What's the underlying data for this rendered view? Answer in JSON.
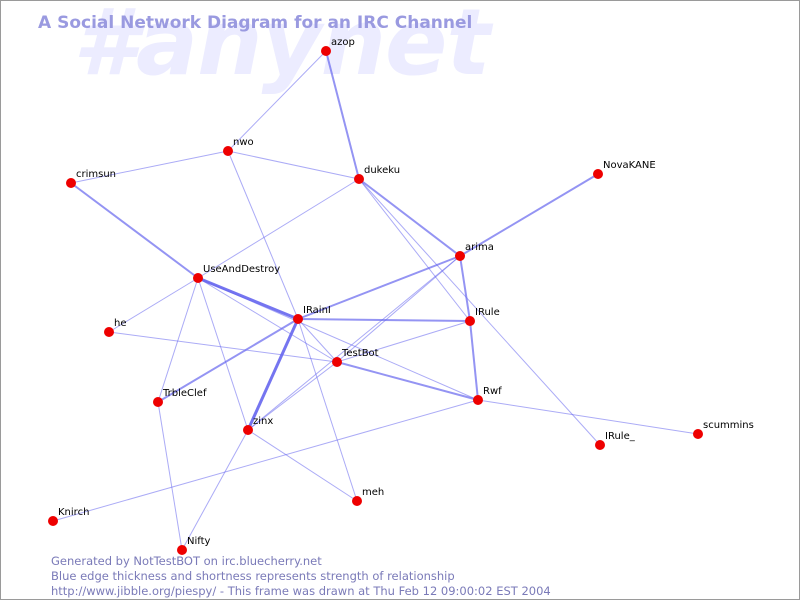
{
  "watermark": "#anynet",
  "title": "A Social Network Diagram for an IRC Channel",
  "colors": {
    "node": "#ee0000",
    "edge": "#6666ee",
    "title": "#9a9ae0",
    "watermark": "#ececff",
    "footer": "#7a7ab8"
  },
  "nodes": [
    {
      "id": "azop"
    },
    {
      "id": "nwo"
    },
    {
      "id": "crimsun"
    },
    {
      "id": "dukeku"
    },
    {
      "id": "NovaKANE"
    },
    {
      "id": "arima"
    },
    {
      "id": "UseAndDestroy"
    },
    {
      "id": "IRainI"
    },
    {
      "id": "IRule"
    },
    {
      "id": "he"
    },
    {
      "id": "TestBot"
    },
    {
      "id": "TrbleClef"
    },
    {
      "id": "Rwf"
    },
    {
      "id": "zinx"
    },
    {
      "id": "scummins"
    },
    {
      "id": "IRule_"
    },
    {
      "id": "meh"
    },
    {
      "id": "Knirch"
    },
    {
      "id": "Nifty"
    }
  ],
  "edges": [
    {
      "source": "azop",
      "target": "nwo",
      "strength": 1
    },
    {
      "source": "azop",
      "target": "dukeku",
      "strength": 2
    },
    {
      "source": "nwo",
      "target": "crimsun",
      "strength": 1
    },
    {
      "source": "nwo",
      "target": "dukeku",
      "strength": 1
    },
    {
      "source": "nwo",
      "target": "IRainI",
      "strength": 1
    },
    {
      "source": "crimsun",
      "target": "UseAndDestroy",
      "strength": 2
    },
    {
      "source": "dukeku",
      "target": "UseAndDestroy",
      "strength": 1
    },
    {
      "source": "dukeku",
      "target": "arima",
      "strength": 2
    },
    {
      "source": "dukeku",
      "target": "IRule",
      "strength": 1
    },
    {
      "source": "dukeku",
      "target": "IRule_",
      "strength": 1
    },
    {
      "source": "NovaKANE",
      "target": "arima",
      "strength": 2
    },
    {
      "source": "arima",
      "target": "IRainI",
      "strength": 2
    },
    {
      "source": "arima",
      "target": "IRule",
      "strength": 2
    },
    {
      "source": "arima",
      "target": "TestBot",
      "strength": 1
    },
    {
      "source": "arima",
      "target": "zinx",
      "strength": 1
    },
    {
      "source": "UseAndDestroy",
      "target": "IRainI",
      "strength": 3
    },
    {
      "source": "UseAndDestroy",
      "target": "he",
      "strength": 1
    },
    {
      "source": "UseAndDestroy",
      "target": "TrbleClef",
      "strength": 1
    },
    {
      "source": "UseAndDestroy",
      "target": "TestBot",
      "strength": 1
    },
    {
      "source": "UseAndDestroy",
      "target": "zinx",
      "strength": 1
    },
    {
      "source": "UseAndDestroy",
      "target": "Rwf",
      "strength": 1
    },
    {
      "source": "IRainI",
      "target": "IRule",
      "strength": 2
    },
    {
      "source": "IRainI",
      "target": "TestBot",
      "strength": 1
    },
    {
      "source": "IRainI",
      "target": "zinx",
      "strength": 3
    },
    {
      "source": "IRainI",
      "target": "TrbleClef",
      "strength": 2
    },
    {
      "source": "IRainI",
      "target": "meh",
      "strength": 1
    },
    {
      "source": "IRule",
      "target": "TestBot",
      "strength": 1
    },
    {
      "source": "IRule",
      "target": "Rwf",
      "strength": 2
    },
    {
      "source": "he",
      "target": "TestBot",
      "strength": 1
    },
    {
      "source": "TestBot",
      "target": "Rwf",
      "strength": 2
    },
    {
      "source": "TestBot",
      "target": "zinx",
      "strength": 1
    },
    {
      "source": "TrbleClef",
      "target": "Nifty",
      "strength": 1
    },
    {
      "source": "Rwf",
      "target": "scummins",
      "strength": 1
    },
    {
      "source": "Rwf",
      "target": "Knirch",
      "strength": 1
    },
    {
      "source": "zinx",
      "target": "Nifty",
      "strength": 1
    },
    {
      "source": "zinx",
      "target": "meh",
      "strength": 1
    }
  ],
  "footer": {
    "line1": "Generated by NotTestBOT on irc.bluecherry.net",
    "line2": "Blue edge thickness and shortness represents strength of relationship",
    "line3": "http://www.jibble.org/piespy/ - This frame was drawn at Thu Feb 12 09:00:02 EST 2004"
  }
}
